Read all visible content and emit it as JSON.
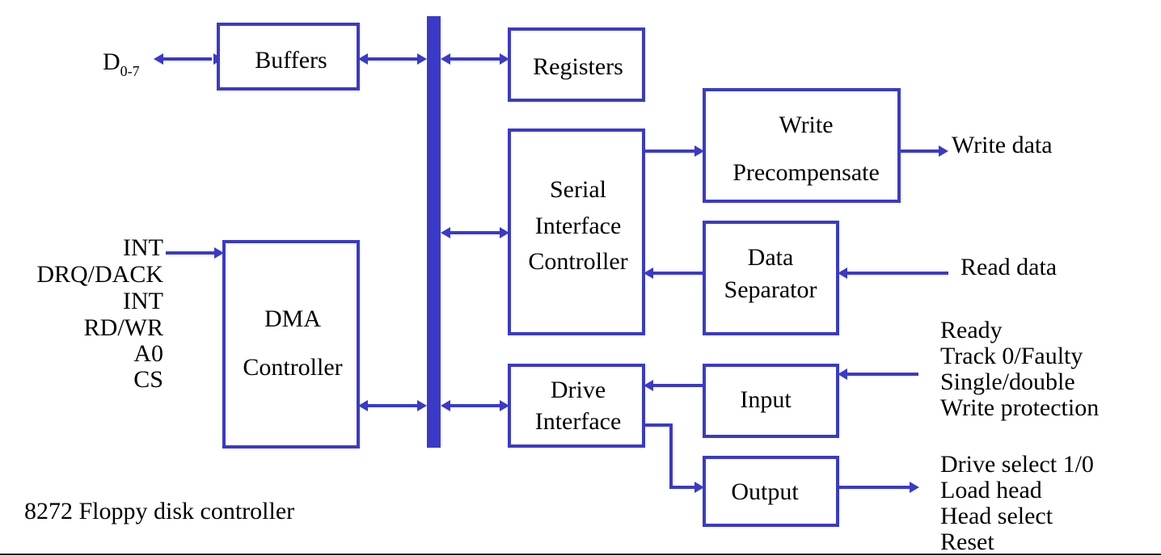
{
  "blocks": {
    "buffers": "Buffers",
    "registers": "Registers",
    "write_precomp": [
      "Write",
      "Precompensate"
    ],
    "serial_interface": [
      "Serial",
      "Interface",
      "Controller"
    ],
    "data_separator": [
      "Data",
      "Separator"
    ],
    "dma": [
      "DMA",
      "Controller"
    ],
    "drive_interface": [
      "Drive",
      "Interface"
    ],
    "input": "Input",
    "output": "Output"
  },
  "signals": {
    "data_bus": {
      "base": "D",
      "subscript": "0-7"
    },
    "dma_left": [
      "INT",
      "DRQ/DACK",
      "INT",
      "RD/WR",
      "A0",
      "CS"
    ],
    "write_data": "Write data",
    "read_data": "Read data",
    "input_lines": [
      "Ready",
      "Track 0/Faulty",
      "Single/double",
      "Write protection"
    ],
    "output_lines": [
      "Drive select 1/0",
      "Load head",
      "Head select",
      "Reset"
    ]
  },
  "caption": "8272 Floppy disk controller",
  "colors": {
    "line": "#3a3ac8",
    "text": "#000000",
    "background": "#ffffff"
  }
}
